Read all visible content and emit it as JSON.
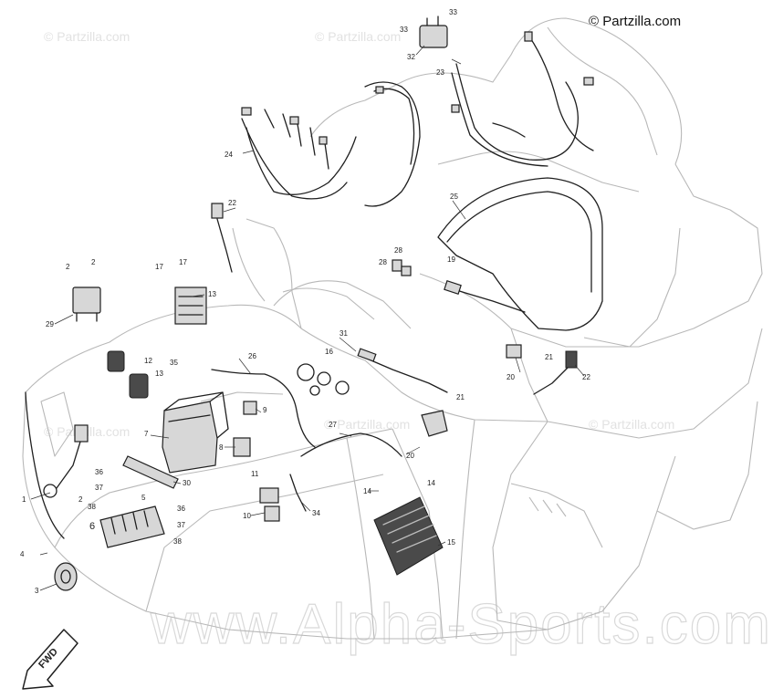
{
  "copyright": "© Partzilla.com",
  "watermark_small": "© Partzilla.com",
  "watermark_big": "www.Alpha-Sports.com",
  "fwd_label": "FWD",
  "callouts": [
    {
      "id": "c1",
      "label": "1"
    },
    {
      "id": "c2a",
      "label": "2"
    },
    {
      "id": "c2b",
      "label": "2"
    },
    {
      "id": "c2c",
      "label": "2"
    },
    {
      "id": "c3",
      "label": "3"
    },
    {
      "id": "c4",
      "label": "4"
    },
    {
      "id": "c5",
      "label": "5"
    },
    {
      "id": "c6",
      "label": "6"
    },
    {
      "id": "c7",
      "label": "7"
    },
    {
      "id": "c8",
      "label": "8"
    },
    {
      "id": "c9",
      "label": "9"
    },
    {
      "id": "c10",
      "label": "10"
    },
    {
      "id": "c11",
      "label": "11"
    },
    {
      "id": "c12",
      "label": "12"
    },
    {
      "id": "c13a",
      "label": "13"
    },
    {
      "id": "c13b",
      "label": "13"
    },
    {
      "id": "c14a",
      "label": "14"
    },
    {
      "id": "c14b",
      "label": "14"
    },
    {
      "id": "c15",
      "label": "15"
    },
    {
      "id": "c16",
      "label": "16"
    },
    {
      "id": "c17a",
      "label": "17"
    },
    {
      "id": "c17b",
      "label": "17"
    },
    {
      "id": "c19",
      "label": "19"
    },
    {
      "id": "c20a",
      "label": "20"
    },
    {
      "id": "c20b",
      "label": "20"
    },
    {
      "id": "c21a",
      "label": "21"
    },
    {
      "id": "c21b",
      "label": "21"
    },
    {
      "id": "c22a",
      "label": "22"
    },
    {
      "id": "c22b",
      "label": "22"
    },
    {
      "id": "c23",
      "label": "23"
    },
    {
      "id": "c24",
      "label": "24"
    },
    {
      "id": "c25",
      "label": "25"
    },
    {
      "id": "c26",
      "label": "26"
    },
    {
      "id": "c27",
      "label": "27"
    },
    {
      "id": "c28a",
      "label": "28"
    },
    {
      "id": "c28b",
      "label": "28"
    },
    {
      "id": "c29",
      "label": "29"
    },
    {
      "id": "c30",
      "label": "30"
    },
    {
      "id": "c31",
      "label": "31"
    },
    {
      "id": "c32",
      "label": "32"
    },
    {
      "id": "c33a",
      "label": "33"
    },
    {
      "id": "c33b",
      "label": "33"
    },
    {
      "id": "c34",
      "label": "34"
    },
    {
      "id": "c35",
      "label": "35"
    },
    {
      "id": "c36a",
      "label": "36"
    },
    {
      "id": "c36b",
      "label": "36"
    },
    {
      "id": "c37a",
      "label": "37"
    },
    {
      "id": "c37b",
      "label": "37"
    },
    {
      "id": "c38a",
      "label": "38"
    },
    {
      "id": "c38b",
      "label": "38"
    }
  ]
}
